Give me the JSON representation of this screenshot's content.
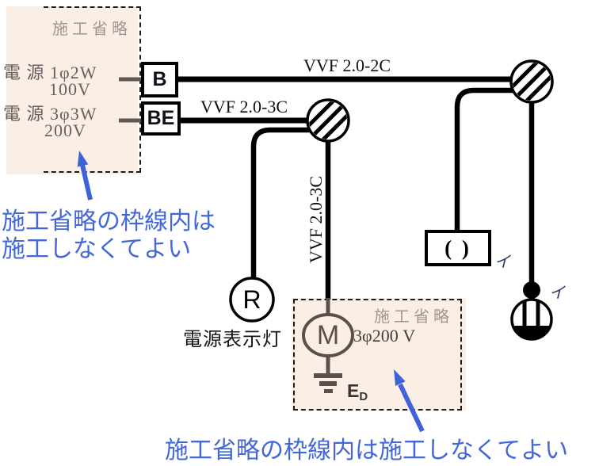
{
  "colors": {
    "pink_bg": "#fbeee4",
    "wire_black": "#000000",
    "brown": "#5a4f4b",
    "blue": "#4467d8",
    "muted": "#a29492"
  },
  "top_box": {
    "title": "施工省略",
    "src1": "電 源 1φ2W",
    "src1v": "100V",
    "src2": "電 源 3φ3W",
    "src2v": "200V"
  },
  "breakers": {
    "b": "B",
    "be": "BE"
  },
  "cables": {
    "top": "VVF 2.0-2C",
    "mid": "VVF 2.0-3C",
    "vert": "VVF 2.0-3C"
  },
  "pilot_lamp": {
    "letter": "R",
    "caption": "電源表示灯"
  },
  "bottom_box": {
    "title": "施工省略",
    "motor_letter": "M",
    "rating": "3φ200 V",
    "ground_main": "E",
    "ground_sub": "D"
  },
  "switch": {
    "symbol": "( )",
    "tag": "イ"
  },
  "ceiling": {
    "tag": "イ"
  },
  "notes": {
    "left1": "施工省略の枠線内は",
    "left2": "施工しなくてよい",
    "bottom": "施工省略の枠線内は施工しなくてよい"
  }
}
